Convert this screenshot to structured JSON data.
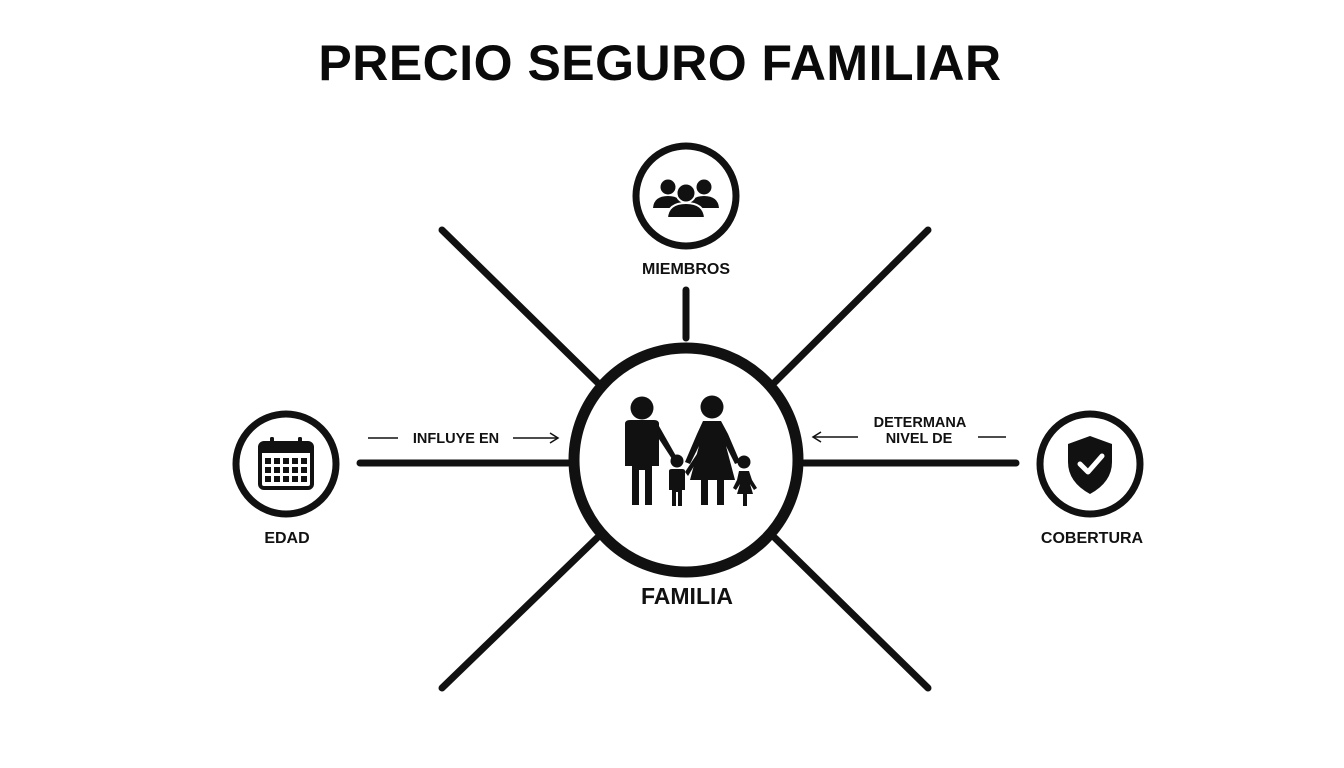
{
  "title": "PRECIO SEGURO FAMILIAR",
  "center": {
    "label": "FAMILIA",
    "icon": "family-icon"
  },
  "nodes": {
    "top": {
      "label": "MIEMBROS",
      "icon": "group-people-icon"
    },
    "left": {
      "label": "EDAD",
      "icon": "calendar-icon"
    },
    "right": {
      "label": "COBERTURA",
      "icon": "shield-check-icon"
    }
  },
  "edges": {
    "left": {
      "label": "INFLUYE EN"
    },
    "right": {
      "line1": "DETERMANA",
      "line2": "NIVEL DE"
    }
  },
  "colors": {
    "stroke": "#111111",
    "background": "#ffffff"
  }
}
